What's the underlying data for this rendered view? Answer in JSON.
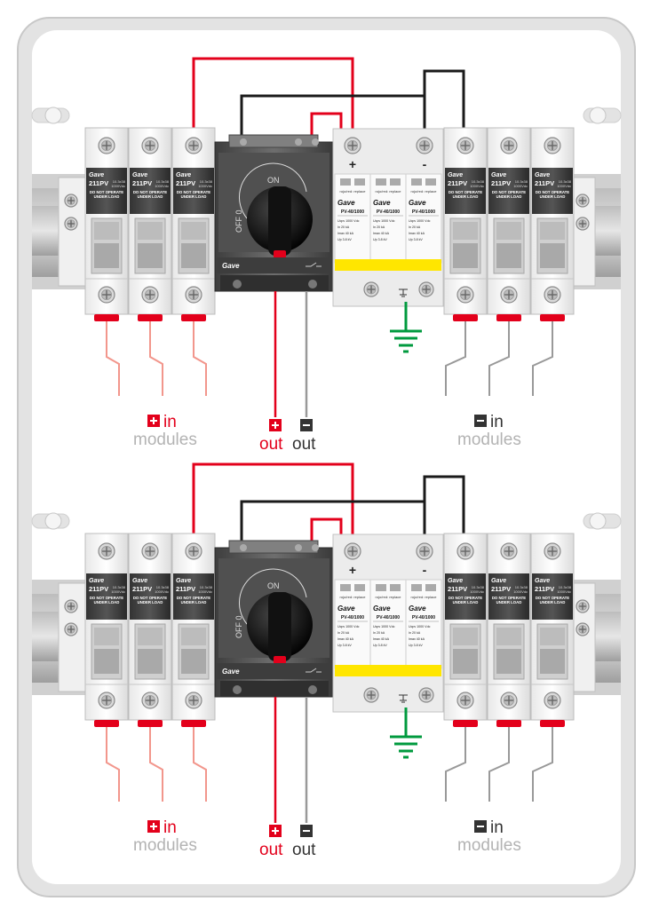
{
  "labels": {
    "plus_in": "in",
    "plus_in_sub": "modules",
    "plus_out": "out",
    "minus_out": "out",
    "minus_in": "in",
    "minus_in_sub": "modules",
    "plus_sign": "+",
    "minus_sign": "-"
  },
  "fuse": {
    "brand": "Gave",
    "model": "211PV",
    "rating": "10.3x38",
    "voltage": "1000Vdc",
    "warning_1": "DO NOT OPERATE",
    "warning_2": "UNDER LOAD"
  },
  "switch": {
    "brand": "Gave",
    "on_label": "ON",
    "off_label": "OFF 0"
  },
  "spd": {
    "plus_sign": "+",
    "minus_sign": "-",
    "indicator_text": "rojo/red: replace",
    "brand": "Gave",
    "model": "PV-40/1000",
    "spec_1": "Ucpv  1000 Vdc",
    "spec_2": "In    20 kA",
    "spec_3": "Imax  40 kA",
    "spec_4": "Up    3.8 kV"
  },
  "colors": {
    "red_wire": "#e3001b",
    "black_wire": "#1a1a1a",
    "grey_wire": "#999999",
    "salmon_wire": "#f2968c",
    "ground": "#009a3e",
    "spd_yellow": "#ffe600"
  }
}
